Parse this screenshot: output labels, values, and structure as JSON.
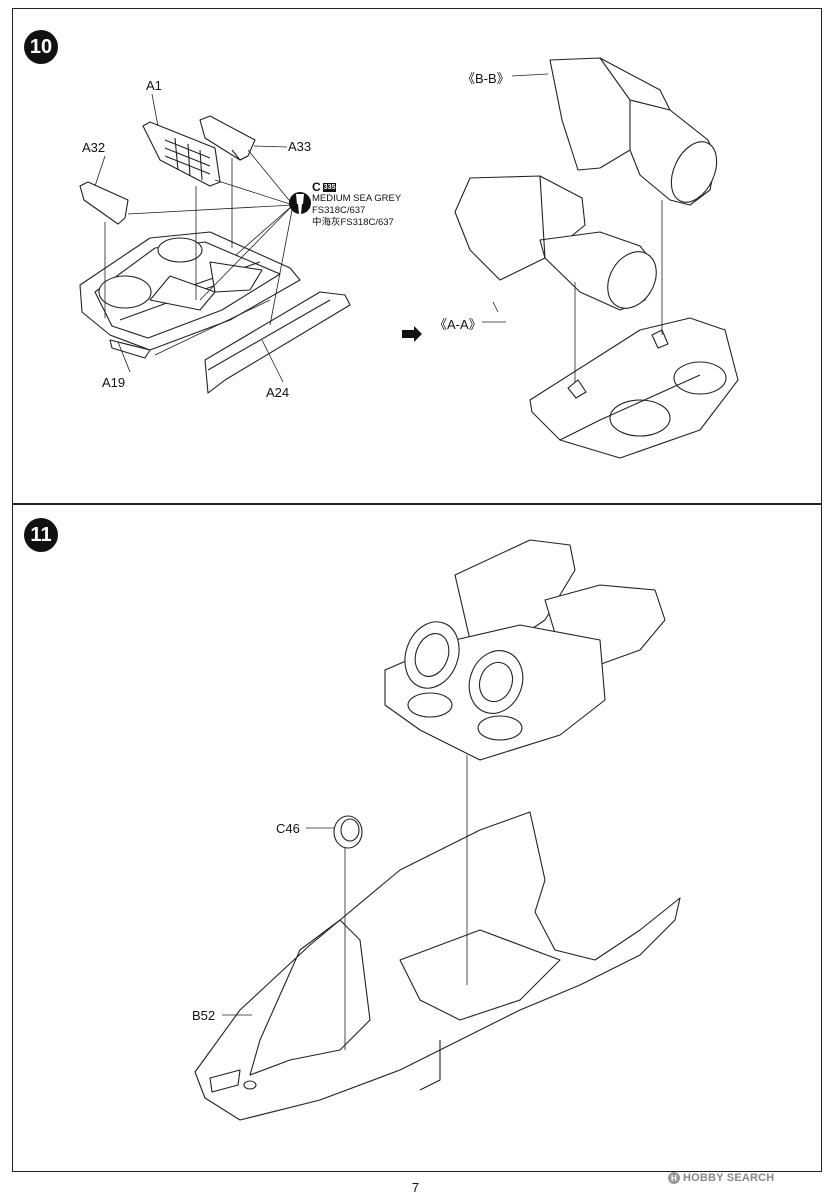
{
  "steps": [
    {
      "number": "10",
      "labels": {
        "a1": "A1",
        "a32": "A32",
        "a33": "A33",
        "a19": "A19",
        "a24": "A24",
        "bb": "《B-B》",
        "aa": "《A-A》"
      },
      "paint": {
        "code": "C",
        "code_number": "335",
        "name": "MEDIUM SEA GREY",
        "fs": "FS318C/637",
        "cn": "中海灰FS318C/637"
      }
    },
    {
      "number": "11",
      "labels": {
        "c46": "C46",
        "b52": "B52"
      }
    }
  ],
  "page_number": "7",
  "watermark": "HOBBY SEARCH",
  "icons": [
    "paint-brush-icon",
    "arrow-right-icon",
    "hobby-search-logo-icon"
  ],
  "colors": {
    "line": "#222222",
    "fill": "#ffffff",
    "badge": "#111111"
  }
}
